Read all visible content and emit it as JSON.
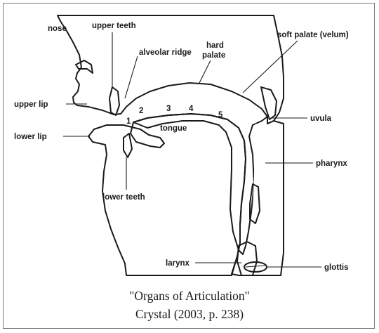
{
  "labels": {
    "nose": "nose",
    "upper_teeth": "upper teeth",
    "alveolar_ridge": "alveolar ridge",
    "hard_palate_1": "hard",
    "hard_palate_2": "palate",
    "soft_palate": "soft palate (velum)",
    "upper_lip": "upper lip",
    "uvula": "uvula",
    "lower_lip": "lower lip",
    "tongue": "tongue",
    "pharynx": "pharynx",
    "lower_teeth": "lower teeth",
    "larynx": "larynx",
    "glottis": "glottis"
  },
  "tongue_points": [
    "1",
    "2",
    "3",
    "4",
    "5"
  ],
  "caption": {
    "line1": "\"Organs of Articulation\"",
    "line2": "Crystal (2003, p. 238)"
  },
  "colors": {
    "tissue": "#c9c9c9",
    "outline": "#1a1a1a",
    "background": "#ffffff"
  }
}
